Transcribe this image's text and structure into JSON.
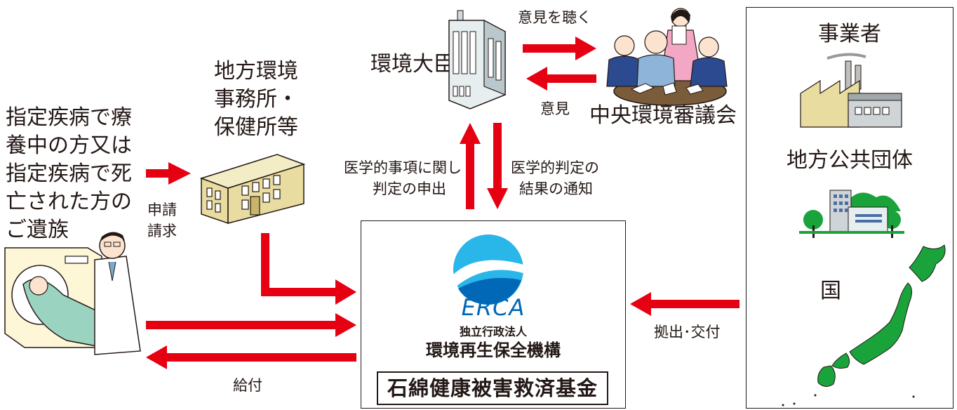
{
  "applicant": {
    "line1": "指定疾病で療",
    "line2": "養中の方又は",
    "line3": "指定疾病で死",
    "line4": "亡された方の",
    "line5": "ご遺族"
  },
  "regional_office": {
    "line1": "地方環境",
    "line2": "事務所・",
    "line3": "保健所等"
  },
  "minister": {
    "label": "環境大臣"
  },
  "council": {
    "label": "中央環境審議会"
  },
  "arrows": {
    "apply_line1": "申請",
    "apply_line2": "請求",
    "ask_opinion": "意見を聴く",
    "opinion": "意見",
    "request_line1": "医学的事項に関し",
    "request_line2": "判定の申出",
    "notify_line1": "医学的判定の",
    "notify_line2": "結果の通知",
    "payment": "給付",
    "contribution": "拠出･交付"
  },
  "erca": {
    "abbr": "ERCA",
    "type": "独立行政法人",
    "name": "環境再生保全機構",
    "fund": "石綿健康被害救済基金"
  },
  "contributors": {
    "business": "事業者",
    "local_gov": "地方公共団体",
    "country": "国"
  },
  "colors": {
    "arrow": "#e50012",
    "erca_blue": "#0068b7",
    "erca_light": "#29b6e8",
    "japan": "#1aa23b",
    "building": "#e8dca0"
  }
}
